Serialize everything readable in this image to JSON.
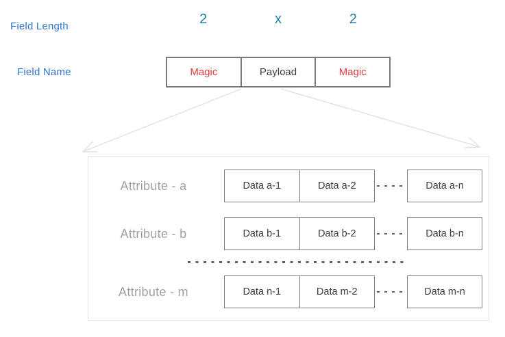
{
  "colors": {
    "label_blue": "#2E75D2",
    "teal": "#1A7F9C",
    "red": "#E63A3D",
    "gray_label": "#9DA1A7",
    "box_border": "#7A7A7A",
    "big_box_border": "#E1E3E7",
    "arrow": "#DDE1E9",
    "text_dark": "#3C3C3C",
    "dash_color": "#5F5F5F"
  },
  "header": {
    "field_length_label": "Field Length",
    "field_name_label": "Field Name",
    "lengths": [
      "2",
      "x",
      "2"
    ],
    "fields": [
      {
        "label": "Magic"
      },
      {
        "label": "Payload"
      },
      {
        "label": "Magic"
      }
    ]
  },
  "payload_detail": {
    "rows": [
      {
        "attribute": "Attribute - a",
        "cells": [
          "Data a-1",
          "Data a-2"
        ],
        "last": "Data a-n"
      },
      {
        "attribute": "Attribute - b",
        "cells": [
          "Data b-1",
          "Data b-2"
        ],
        "last": "Data b-n"
      },
      {
        "attribute": "Attribute - m",
        "cells": [
          "Data n-1",
          "Data m-2"
        ],
        "last": "Data m-n"
      }
    ]
  }
}
